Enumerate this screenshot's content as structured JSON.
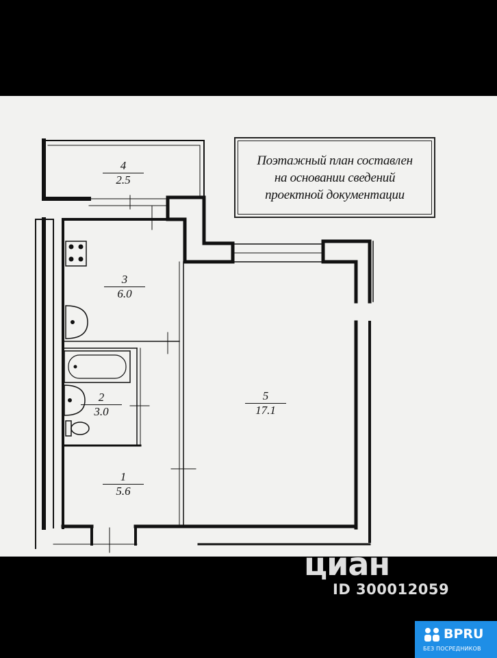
{
  "note": {
    "line1": "Поэтажный план составлен",
    "line2": "на основании сведений",
    "line3": "проектной документации"
  },
  "rooms": [
    {
      "num": "1",
      "area": "5.6"
    },
    {
      "num": "2",
      "area": "3.0"
    },
    {
      "num": "3",
      "area": "6.0"
    },
    {
      "num": "4",
      "area": "2.5"
    },
    {
      "num": "5",
      "area": "17.1"
    }
  ],
  "watermark": {
    "logo": "циан",
    "listing_id": "ID 300012059"
  },
  "badge": {
    "title": "BPRU",
    "subtitle": "БЕЗ ПОСРЕДНИКОВ",
    "color": "#1e8ee6"
  }
}
